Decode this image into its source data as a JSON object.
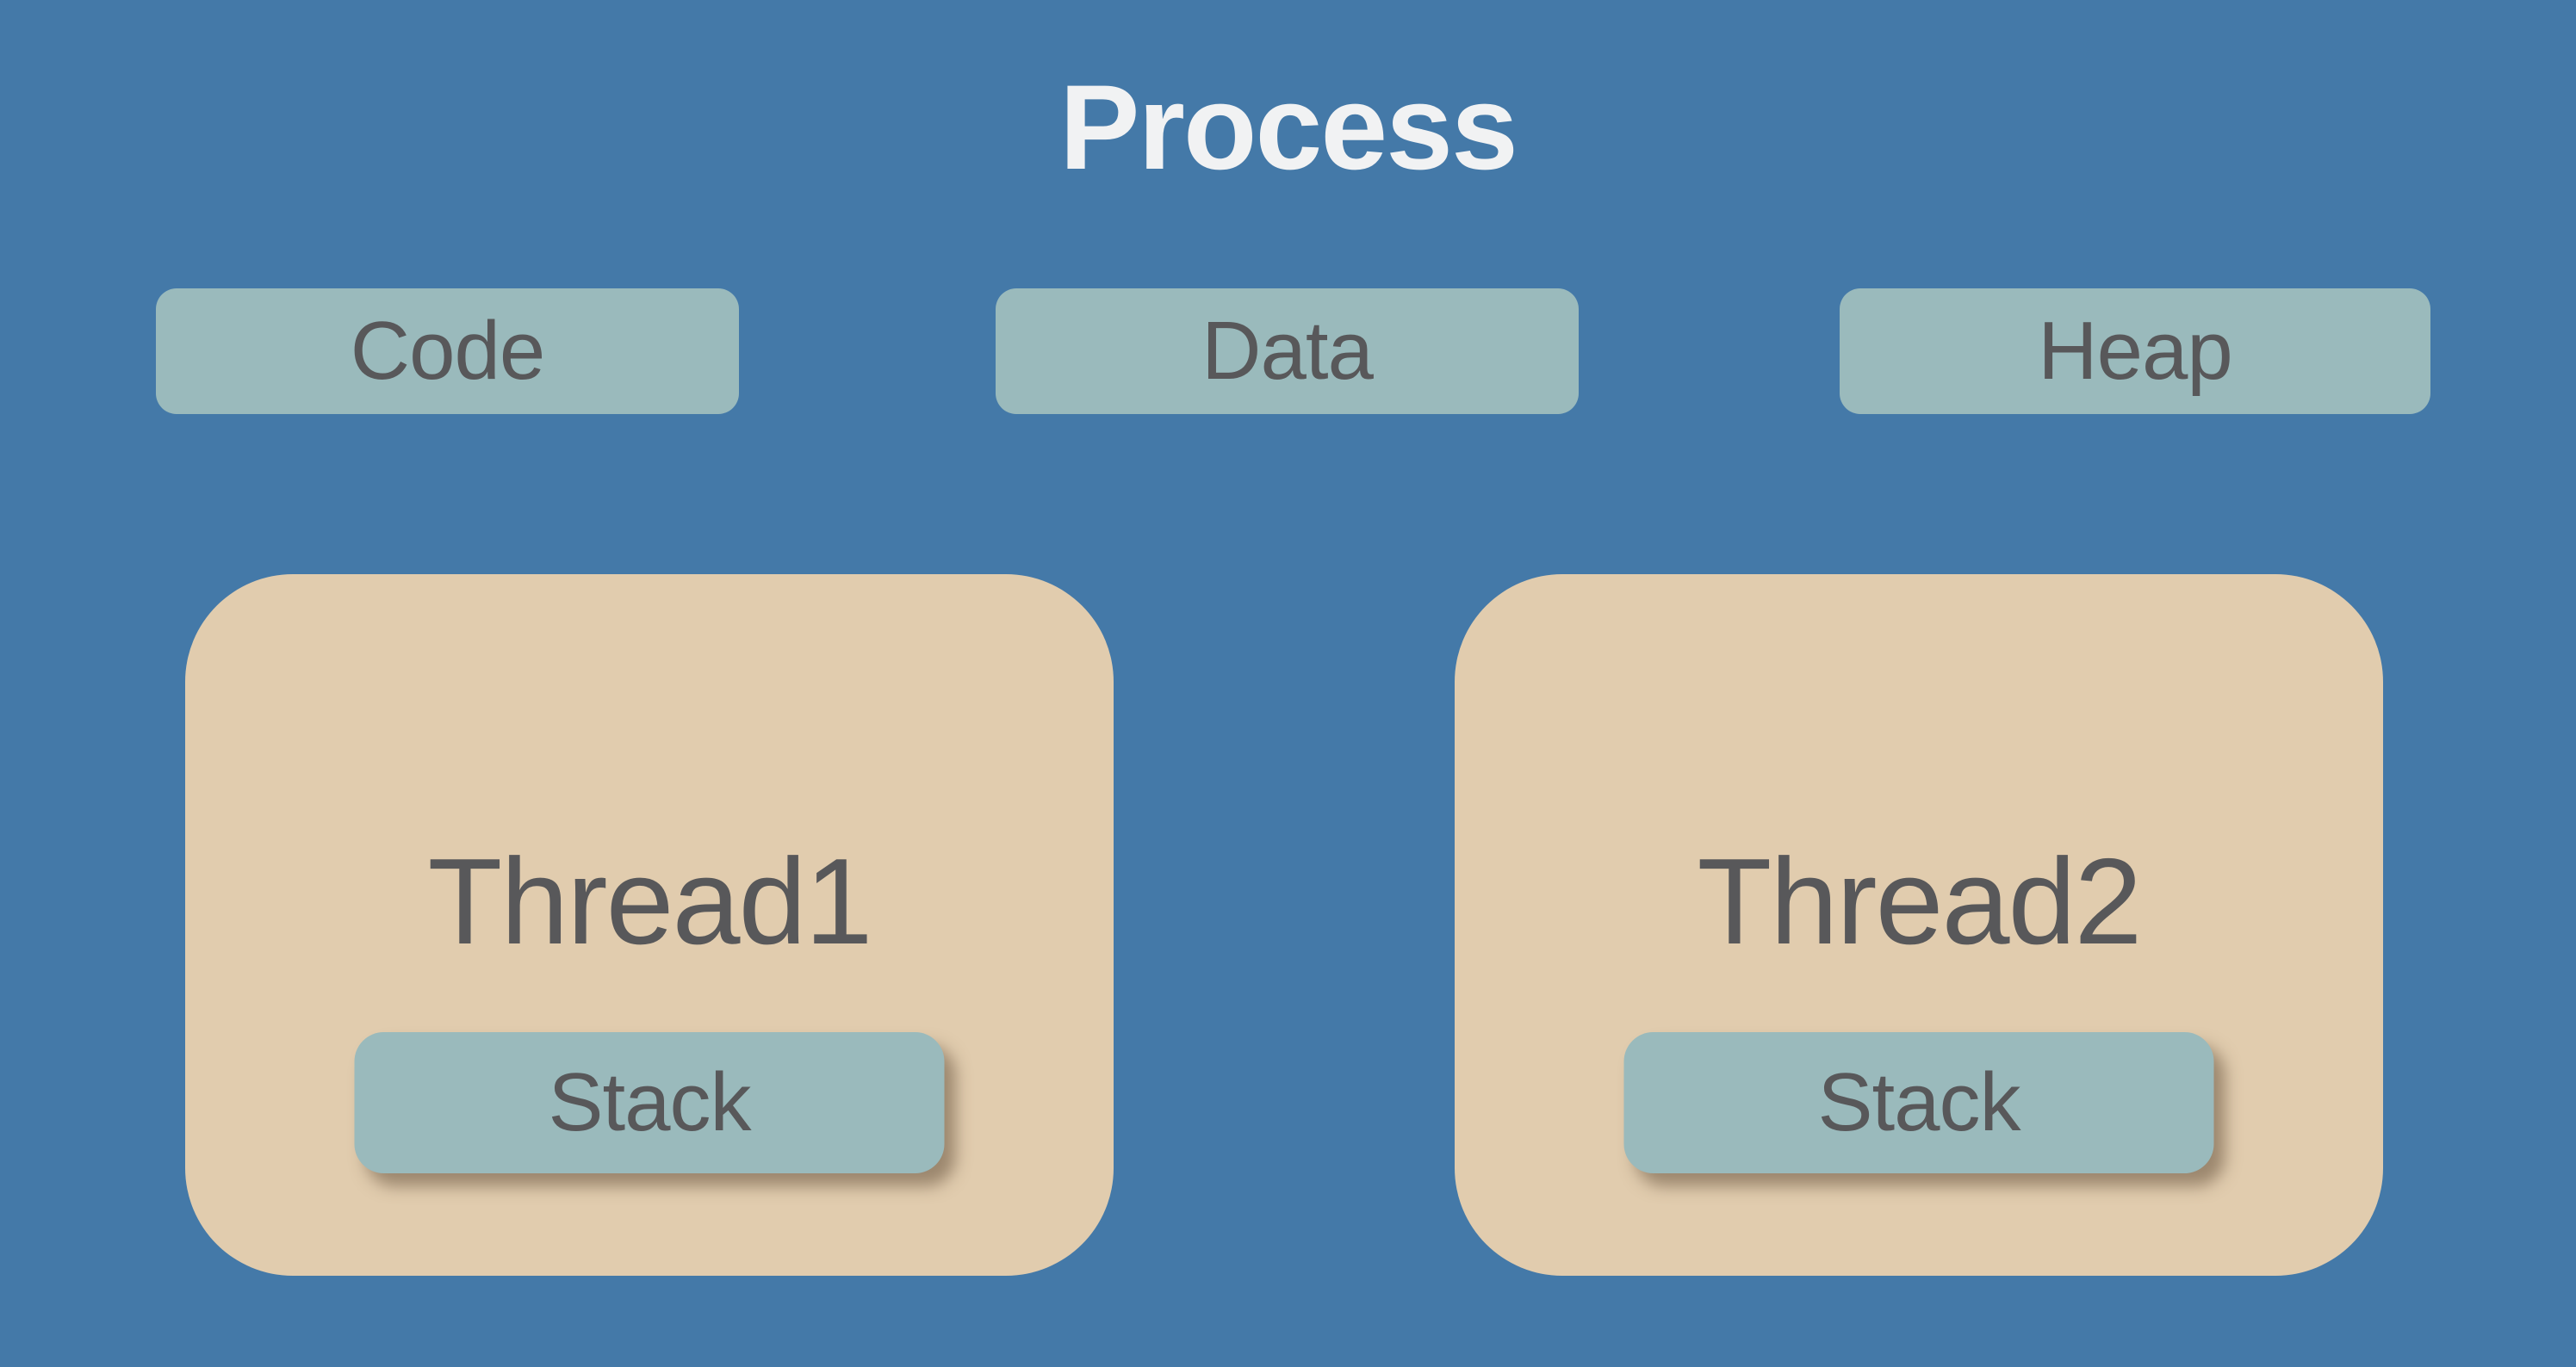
{
  "diagram": {
    "title": "Process",
    "segments": [
      {
        "id": "code",
        "label": "Code"
      },
      {
        "id": "data",
        "label": "Data"
      },
      {
        "id": "heap",
        "label": "Heap"
      }
    ],
    "threads": [
      {
        "label": "Thread1",
        "stack_label": "Stack"
      },
      {
        "label": "Thread2",
        "stack_label": "Stack"
      }
    ]
  },
  "colors": {
    "background": "#4479A8",
    "thread_fill": "#E1CCAE",
    "segment_fill": "#9ABABC",
    "label_text": "#58585A",
    "title_text": "#F1F2F3"
  }
}
